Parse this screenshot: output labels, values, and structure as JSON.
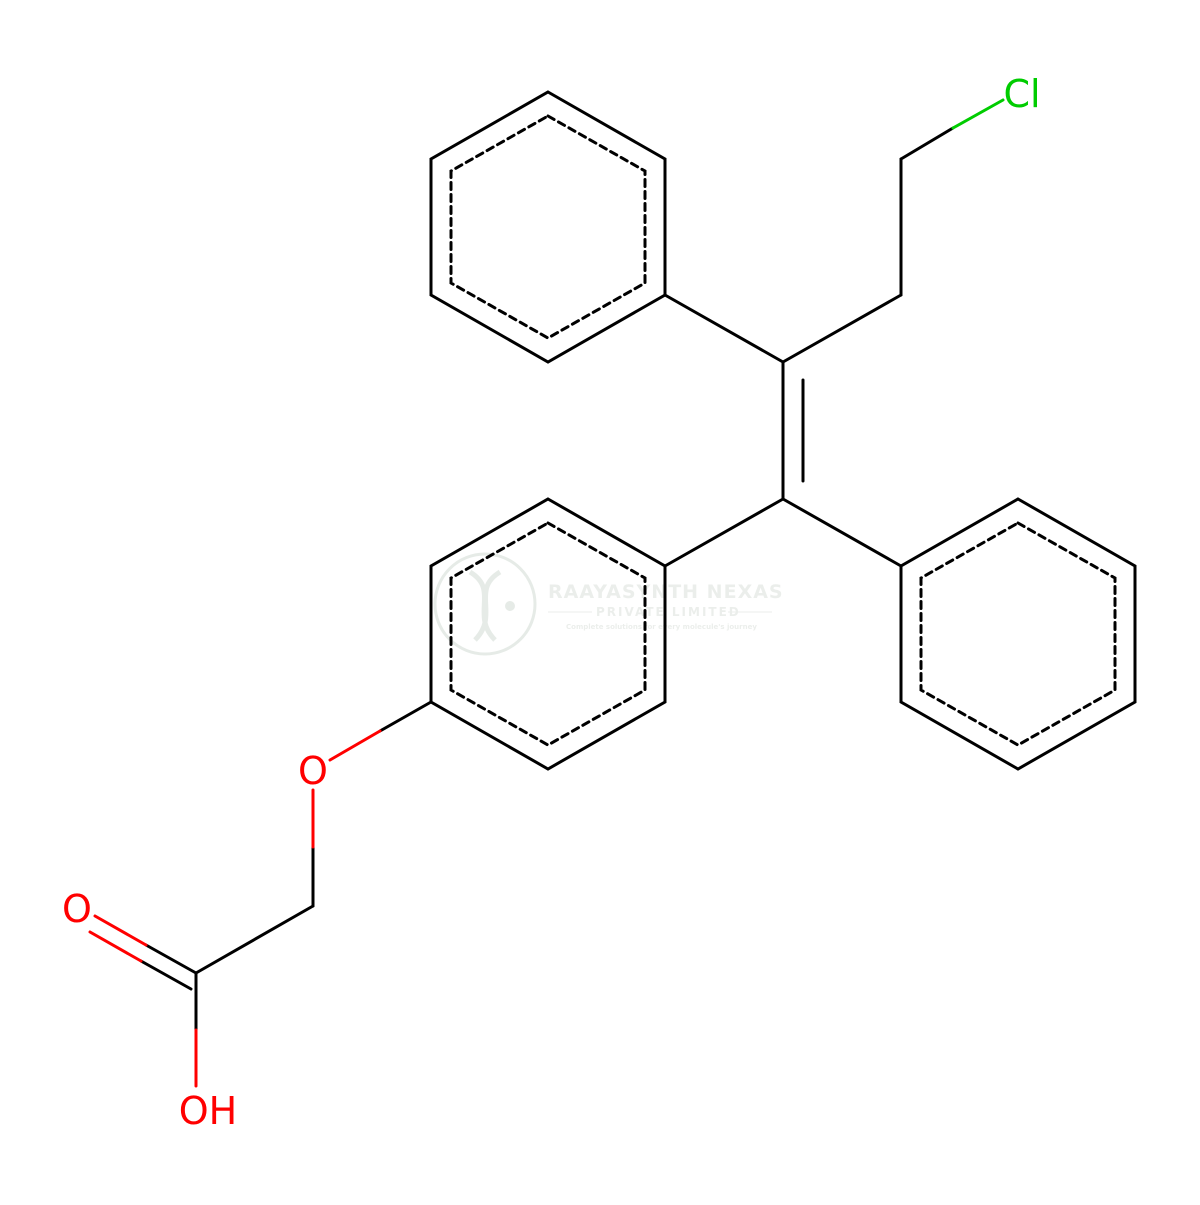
{
  "labels": {
    "chlorine": "Cl",
    "ether_oxygen": "O",
    "carbonyl_oxygen": "O",
    "hydroxyl": "OH"
  },
  "watermark": {
    "company": "RAAYASYNTH NEXAS",
    "subtitle": "PRIVATE LIMITED",
    "tagline": "Complete solutions for every molecule's journey"
  },
  "colors": {
    "bond": "#000000",
    "oxygen": "#ff0000",
    "chlorine": "#00cc00",
    "watermark": "#c8d0c8"
  }
}
